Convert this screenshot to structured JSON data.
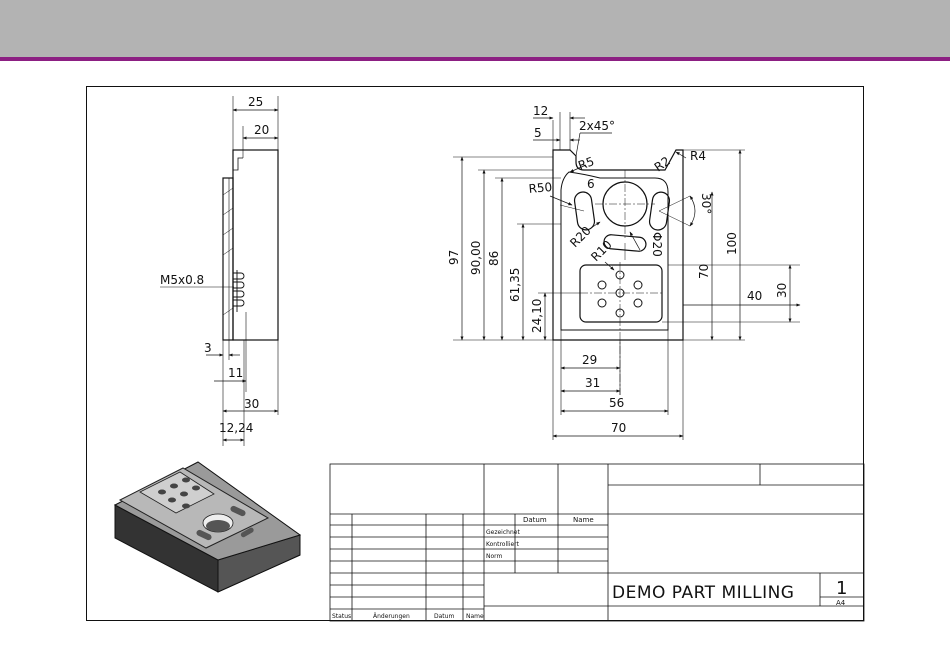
{
  "drawing": {
    "side_view": {
      "top_dims": [
        "25",
        "20"
      ],
      "thread_label": "M5x0.8",
      "bottom_dims": [
        "3",
        "11",
        "30",
        "12,24"
      ]
    },
    "front_view": {
      "top_dims": [
        "12",
        "5",
        "2x45°"
      ],
      "radii": [
        "R5",
        "R4",
        "R50",
        "R2",
        "R20",
        "R10"
      ],
      "small_dims": [
        "6",
        "30°",
        "Φ20"
      ],
      "left_dims": [
        "97",
        "90,00",
        "86",
        "61,35",
        "24,10"
      ],
      "right_dims": [
        "100",
        "70",
        "40",
        "30"
      ],
      "bottom_dims": [
        "29",
        "31",
        "56",
        "70"
      ]
    }
  },
  "title_block": {
    "head_datum": "Datum",
    "head_name": "Name",
    "row_gezeichnet": "Gezeichnet",
    "row_kontrolliert": "Kontrolliert",
    "row_norm": "Norm",
    "col_status": "Status",
    "col_aenderungen": "Änderungen",
    "col_datum": "Datum",
    "col_name": "Name",
    "part_title": "DEMO PART MILLING",
    "sheet_number": "1",
    "sheet_size": "A4"
  },
  "colors": {
    "header_bar": "#b3b3b3",
    "accent_line": "#8c1f82"
  }
}
